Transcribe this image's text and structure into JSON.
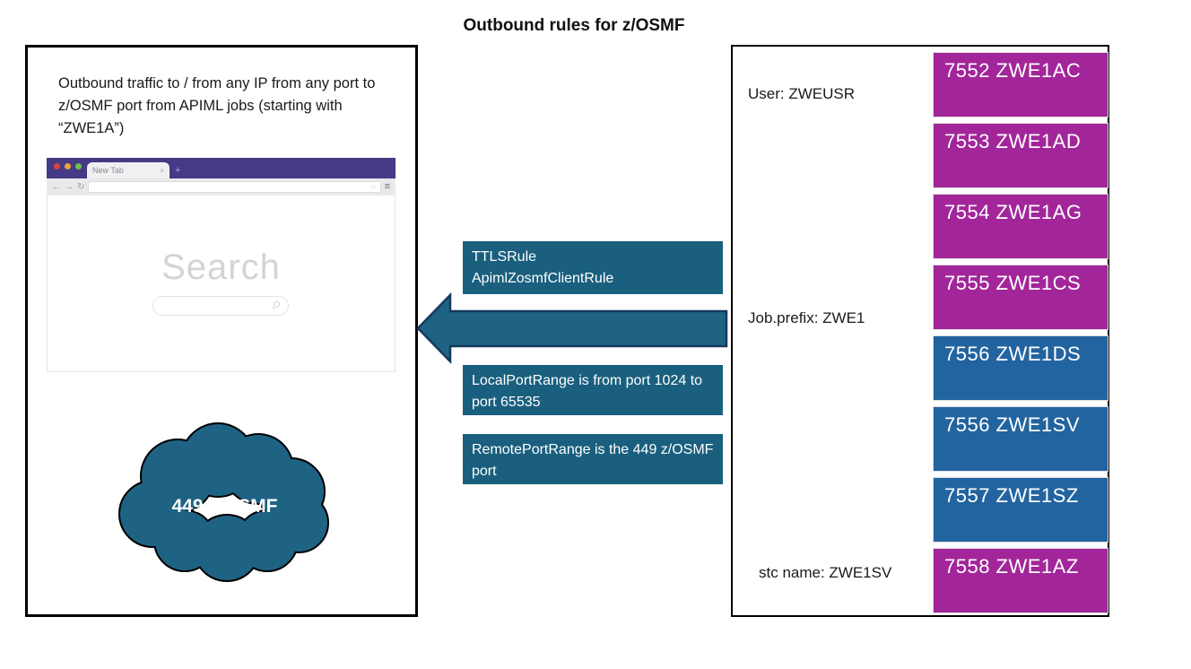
{
  "title": "Outbound rules for z/OSMF",
  "colors": {
    "teal_box": "#1a5f7e",
    "arrow_fill": "#1f6384",
    "arrow_stroke": "#16395c",
    "cloud_fill": "#1f6384",
    "cloud_stroke": "#000000",
    "magenta": "#a2269a",
    "blue": "#2264a0",
    "browser_purple": "#453a85"
  },
  "left_panel": {
    "description": "Outbound traffic to / from any IP from any port to z/OSMF port from APIML jobs (starting with “ZWE1A”)",
    "browser": {
      "tab_label": "New Tab",
      "tab_close": "×",
      "new_tab_button": "+",
      "back": "←",
      "forward": "→",
      "reload": "↻",
      "star": "☆",
      "menu": "≡",
      "search_label": "Search"
    },
    "cloud_label": "449 z/OSMF"
  },
  "middle": {
    "rule_box": {
      "line1": "TTLSRule",
      "line2": "ApimlZosmfClientRule"
    },
    "local_port_box": "LocalPortRange is from port 1024 to port 65535",
    "remote_port_box": "RemotePortRange is the 449 z/OSMF port"
  },
  "right_panel": {
    "user_label": "User: ZWEUSR",
    "job_prefix_label": "Job.prefix: ZWE1",
    "stc_name_label": "stc name: ZWE1SV",
    "jobs": [
      {
        "label": "7552 ZWE1AC",
        "color_hex": "#a2269a"
      },
      {
        "label": "7553 ZWE1AD",
        "color_hex": "#a2269a"
      },
      {
        "label": "7554 ZWE1AG",
        "color_hex": "#a2269a"
      },
      {
        "label": "7555 ZWE1CS",
        "color_hex": "#a2269a"
      },
      {
        "label": "7556 ZWE1DS",
        "color_hex": "#2264a0"
      },
      {
        "label": "7556 ZWE1SV",
        "color_hex": "#2264a0"
      },
      {
        "label": "7557 ZWE1SZ",
        "color_hex": "#2264a0"
      },
      {
        "label": "7558 ZWE1AZ",
        "color_hex": "#a2269a"
      }
    ]
  }
}
